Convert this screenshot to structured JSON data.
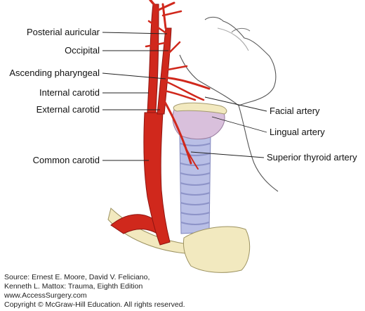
{
  "labels_left": [
    "Posterial auricular",
    "Occipital",
    "Ascending pharyngeal",
    "Internal carotid",
    "External carotid",
    "Common carotid"
  ],
  "labels_right": [
    "Facial artery",
    "Lingual artery",
    "Superior thyroid artery"
  ],
  "source_lines": [
    "Source: Ernest E. Moore, David V. Feliciano,",
    "Kenneth L. Mattox: Trauma, Eighth Edition",
    "www.AccessSurgery.com",
    "Copyright © McGraw-Hill Education. All rights reserved."
  ],
  "colors": {
    "artery": "#d0281c",
    "artery_dark": "#8e1410",
    "trachea": "#b9bfe6",
    "trachea_ring": "#8d93c8",
    "cartilage": "#f3e6b8",
    "bone": "#f2e9bf",
    "thyroid_cartilage": "#d9c0dc",
    "skin_outline": "#444444",
    "label_line": "#222222"
  }
}
